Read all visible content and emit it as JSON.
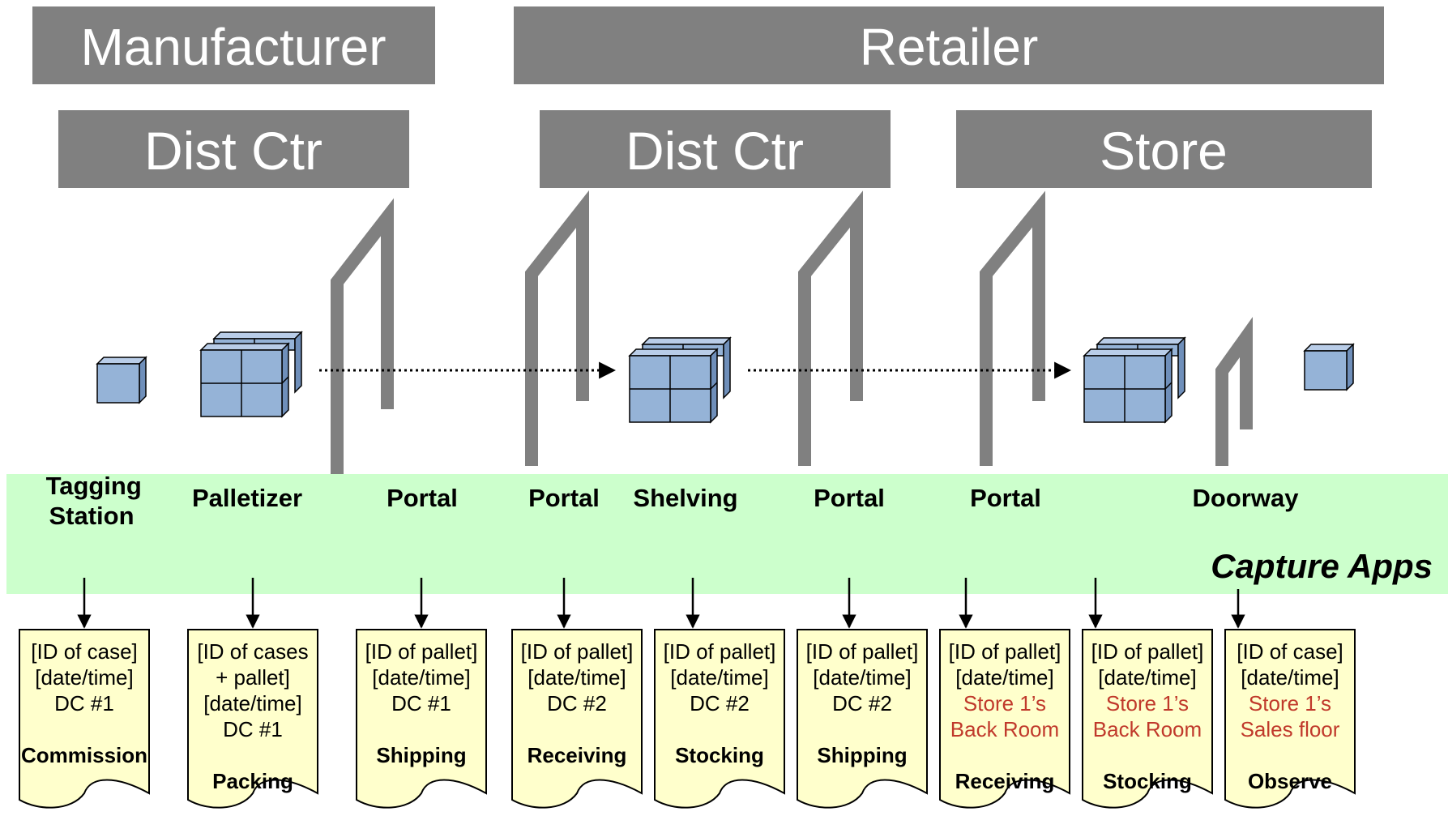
{
  "colors": {
    "header_fill": "#808080",
    "capture_band": "#ccffcc",
    "doc_fill": "#ffffcc",
    "box_fill": "#95b3d7",
    "portal": "#808080",
    "highlight_text": "#c0392b"
  },
  "headers": {
    "manufacturer": "Manufacturer",
    "retailer": "Retailer",
    "mfr_dist_ctr": "Dist Ctr",
    "ret_dist_ctr": "Dist Ctr",
    "store": "Store"
  },
  "stages": [
    {
      "lines": [
        "Tagging",
        "Station"
      ]
    },
    {
      "lines": [
        "Palletizer"
      ]
    },
    {
      "lines": [
        "Portal"
      ]
    },
    {
      "lines": [
        "Portal"
      ]
    },
    {
      "lines": [
        "Shelving"
      ]
    },
    {
      "lines": [
        "Portal"
      ]
    },
    {
      "lines": [
        "Portal"
      ]
    },
    {
      "lines": [
        "Doorway"
      ]
    }
  ],
  "capture_label": "Capture Apps",
  "documents": [
    {
      "lines": [
        {
          "t": "[ID of case]"
        },
        {
          "t": "[date/time]"
        },
        {
          "t": "DC #1"
        },
        {
          "t": ""
        }
      ],
      "action": "Commission"
    },
    {
      "lines": [
        {
          "t": "[ID of cases"
        },
        {
          "t": "+ pallet]"
        },
        {
          "t": "[date/time]"
        },
        {
          "t": "DC #1"
        },
        {
          "t": ""
        }
      ],
      "action": "Packing"
    },
    {
      "lines": [
        {
          "t": "[ID of pallet]"
        },
        {
          "t": "[date/time]"
        },
        {
          "t": "DC #1"
        },
        {
          "t": ""
        }
      ],
      "action": "Shipping"
    },
    {
      "lines": [
        {
          "t": "[ID of pallet]"
        },
        {
          "t": "[date/time]"
        },
        {
          "t": "DC #2"
        },
        {
          "t": ""
        }
      ],
      "action": "Receiving"
    },
    {
      "lines": [
        {
          "t": "[ID of pallet]"
        },
        {
          "t": "[date/time]"
        },
        {
          "t": "DC #2"
        },
        {
          "t": ""
        }
      ],
      "action": "Stocking"
    },
    {
      "lines": [
        {
          "t": "[ID of pallet]"
        },
        {
          "t": "[date/time]"
        },
        {
          "t": "DC #2"
        },
        {
          "t": ""
        }
      ],
      "action": "Shipping"
    },
    {
      "lines": [
        {
          "t": "[ID of pallet]"
        },
        {
          "t": "[date/time]"
        },
        {
          "t": "Store 1’s",
          "hl": true
        },
        {
          "t": "Back Room",
          "hl": true
        },
        {
          "t": ""
        }
      ],
      "action": "Receiving"
    },
    {
      "lines": [
        {
          "t": "[ID of pallet]"
        },
        {
          "t": "[date/time]"
        },
        {
          "t": "Store 1’s",
          "hl": true
        },
        {
          "t": "Back Room",
          "hl": true
        },
        {
          "t": ""
        }
      ],
      "action": "Stocking"
    },
    {
      "lines": [
        {
          "t": "[ID of case]"
        },
        {
          "t": "[date/time]"
        },
        {
          "t": "Store 1’s",
          "hl": true
        },
        {
          "t": "Sales floor",
          "hl": true
        },
        {
          "t": ""
        }
      ],
      "action": "Observe"
    }
  ]
}
